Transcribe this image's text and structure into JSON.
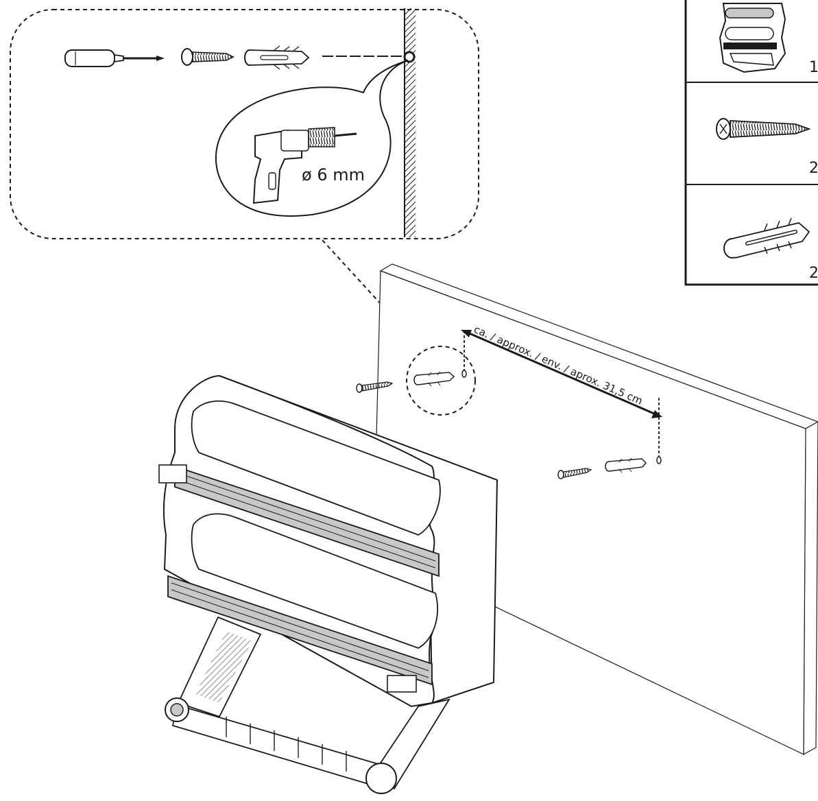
{
  "detail_callout": {
    "drill_size": "ø 6 mm",
    "icons": [
      "screwdriver-icon",
      "screw-icon",
      "wall-plug-icon",
      "drill-icon"
    ]
  },
  "distance_label": "ca. / approx. / env. / aprox. 31,5 cm",
  "parts_list": [
    {
      "icon": "dispenser-icon",
      "quantity": "1"
    },
    {
      "icon": "screw-icon",
      "quantity": "2"
    },
    {
      "icon": "wall-plug-icon",
      "quantity": "2"
    }
  ],
  "colors": {
    "line": "#1a1a1a",
    "fill": "#ffffff",
    "shade": "#c8c8c8"
  }
}
